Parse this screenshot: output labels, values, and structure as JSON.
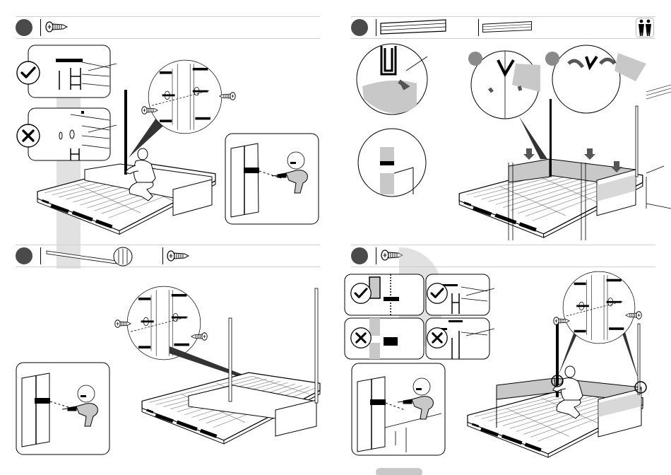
{
  "document": {
    "type": "assembly-instructions",
    "colors": {
      "step_badge": "#4a4a4a",
      "header_rule": "#cfcfcf",
      "line_art": "#000000",
      "highlight_panel": "#c8c8c8",
      "indicator_dot": "#8a8a8a"
    },
    "pages": [
      {
        "side": "left",
        "steps": [
          {
            "id": "step-a",
            "parts": [
              "screw-icon"
            ],
            "callouts": [
              "correct-check-icon",
              "incorrect-cross-icon",
              "screw-detail-magnifier",
              "drill-inset"
            ],
            "scene": "person-fixing-corner-post-on-floor"
          },
          {
            "id": "step-b",
            "parts": [
              "wall-bar-with-detail-icon",
              "screw-icon"
            ],
            "callouts": [
              "screw-detail-magnifier",
              "drill-inset"
            ],
            "scene": "two-posts-on-floor-with-side-panels"
          }
        ]
      },
      {
        "side": "right",
        "steps": [
          {
            "id": "step-c",
            "parts": [
              "wall-panel-icon",
              "wall-panel-icon"
            ],
            "helper": "two-persons-icon",
            "callouts": [
              "panel-slot-magnifier",
              "panel-joint-magnifier",
              "panel-fold-magnifier-1",
              "panel-fold-magnifier-2"
            ],
            "scene": "wall-panels-lowered-into-frame"
          },
          {
            "id": "step-d",
            "parts": [
              "screw-icon"
            ],
            "callouts": [
              "correct-check-icon",
              "correct-check-icon",
              "incorrect-cross-icon",
              "incorrect-cross-icon",
              "screw-detail-magnifier",
              "drill-inset"
            ],
            "scene": "person-fixing-posts-with-panels"
          }
        ]
      }
    ]
  }
}
